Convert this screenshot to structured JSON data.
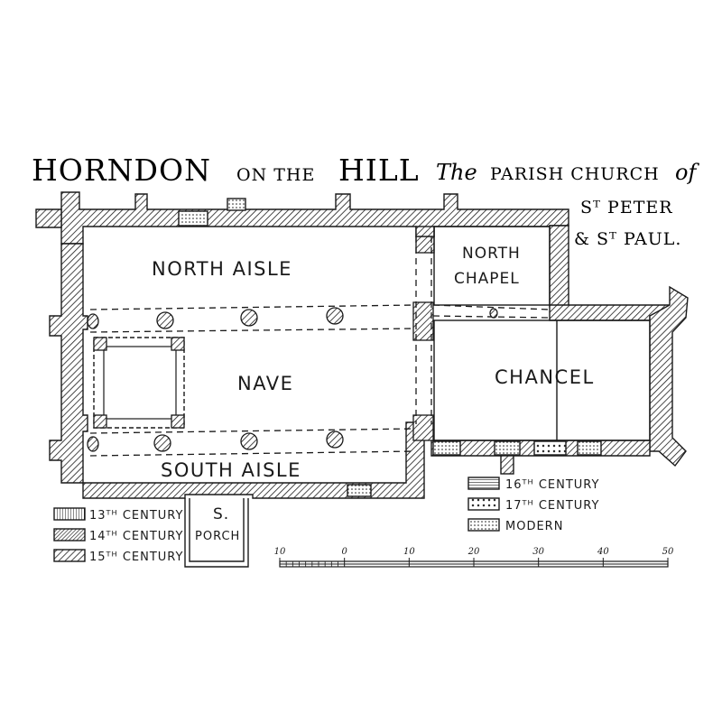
{
  "title": {
    "part1": "HORNDON",
    "part2": "ON THE",
    "part3": "HILL",
    "part4": "The",
    "part5": "PARISH CHURCH",
    "part6": "of",
    "line2": "Sᵀ PETER",
    "line3": "& Sᵀ PAUL."
  },
  "rooms": {
    "north_aisle": "NORTH AISLE",
    "north_chapel_1": "NORTH",
    "north_chapel_2": "CHAPEL",
    "nave": "NAVE",
    "chancel": "CHANCEL",
    "south_aisle": "SOUTH AISLE",
    "porch_1": "S.",
    "porch_2": "PORCH"
  },
  "legend_left": [
    {
      "label": "13ᵀᴴ CENTURY",
      "pattern": "vertical"
    },
    {
      "label": "14ᵀᴴ CENTURY",
      "pattern": "diagonal-fine"
    },
    {
      "label": "15ᵀᴴ CENTURY",
      "pattern": "diagonal"
    }
  ],
  "legend_right": [
    {
      "label": "16ᵀᴴ CENTURY",
      "pattern": "horizontal"
    },
    {
      "label": "17ᵀᴴ CENTURY",
      "pattern": "crosses"
    },
    {
      "label": "MODERN",
      "pattern": "dots"
    }
  ],
  "scale": {
    "ticks": [
      {
        "label": "10",
        "value": -10
      },
      {
        "label": "0",
        "value": 0
      },
      {
        "label": "10",
        "value": 10
      },
      {
        "label": "20",
        "value": 20
      },
      {
        "label": "30",
        "value": 30
      },
      {
        "label": "40",
        "value": 40
      },
      {
        "label": "50",
        "value": 50
      }
    ]
  }
}
